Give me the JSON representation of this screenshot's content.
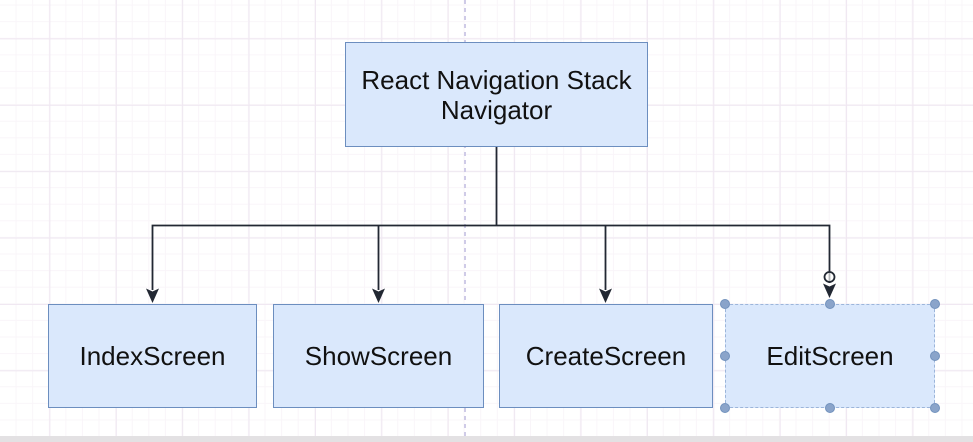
{
  "canvas": {
    "background": "#ffffff",
    "grid_major_color": "#efe7f1",
    "grid_minor_color": "#f9f5f9",
    "page_divider_color": "#cfcbe7",
    "bottom_bar_color": "#e3e1e3"
  },
  "diagram": {
    "type": "tree",
    "connector_color": "#222833",
    "node_fill": "#dae8fc",
    "node_border": "#6c8ebf",
    "selection_dash_color": "#9cb5da",
    "handle_fill": "#8aa4ca",
    "root_node": {
      "label": "React Navigation Stack Navigator"
    },
    "child_nodes": [
      {
        "label": "IndexScreen",
        "selected": false
      },
      {
        "label": "ShowScreen",
        "selected": false
      },
      {
        "label": "CreateScreen",
        "selected": false
      },
      {
        "label": "EditScreen",
        "selected": true
      }
    ]
  }
}
